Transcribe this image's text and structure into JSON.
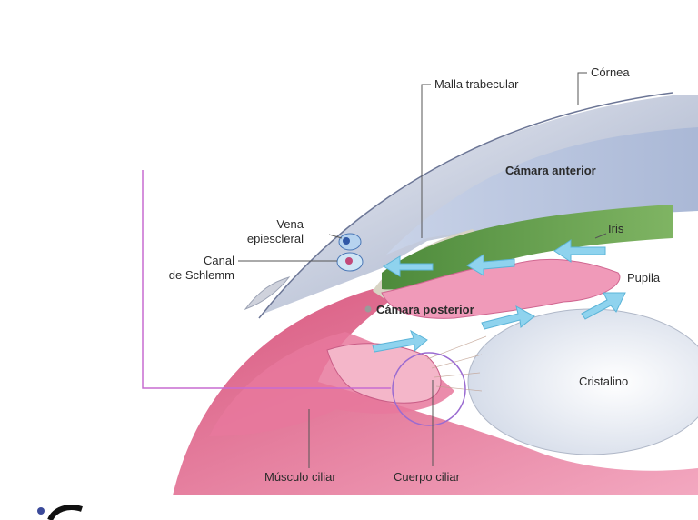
{
  "labels": {
    "cornea": "Córnea",
    "trabecular": "Malla trabecular",
    "anterior_chamber": "Cámara anterior",
    "vein_1": "Vena",
    "vein_2": "epiescleral",
    "canal_1": "Canal",
    "canal_2": "de Schlemm",
    "iris": "Iris",
    "pupil": "Pupila",
    "posterior_chamber": "Cámara posterior",
    "lens": "Cristalino",
    "ciliary_muscle": "Músculo ciliar",
    "ciliary_body": "Cuerpo ciliar"
  },
  "colors": {
    "cornea": "#8f9cbc",
    "anterior_chamber": "#b9c6e0",
    "iris": "#5f9a4c",
    "ciliary": "#e07aa0",
    "sclera": "#c94a78",
    "lens": "#e9eef6",
    "flow_arrow": "#8fd3ee",
    "highlight_line": "#c76bd1"
  }
}
